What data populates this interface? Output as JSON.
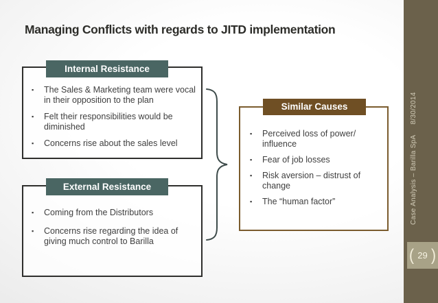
{
  "title": "Managing Conflicts with regards to JITD implementation",
  "glyphs": {
    "bullet": "▪"
  },
  "boxes": {
    "internal": {
      "header": "Internal Resistance",
      "bullets": [
        "The Sales & Marketing team were vocal in their opposition to the plan",
        "Felt their responsibilities would be diminished",
        "Concerns rise about the sales level"
      ]
    },
    "external": {
      "header": "External Resistance",
      "bullets": [
        "Coming from the Distributors",
        "Concerns rise regarding the idea of giving much control to Barilla"
      ]
    },
    "similar": {
      "header": "Similar Causes",
      "bullets": [
        "Perceived loss of power/ influence",
        "Fear of job losses",
        "Risk aversion – distrust of change",
        "The “human factor”"
      ]
    }
  },
  "sidebar": {
    "label": "Case Analysis – Barilla SpA",
    "date": "8/30/2014",
    "page_number": "29",
    "bracket_left": "(",
    "bracket_right": ")"
  },
  "colors": {
    "resistance_header_bg": "#4a6663",
    "similar_header_bg": "#6f4f24",
    "sidebar_bg": "#6b614b",
    "page_badge_bg": "#a8a287",
    "box_border_dark": "#2e2e2c",
    "box_border_brown": "#7a5b2d"
  }
}
